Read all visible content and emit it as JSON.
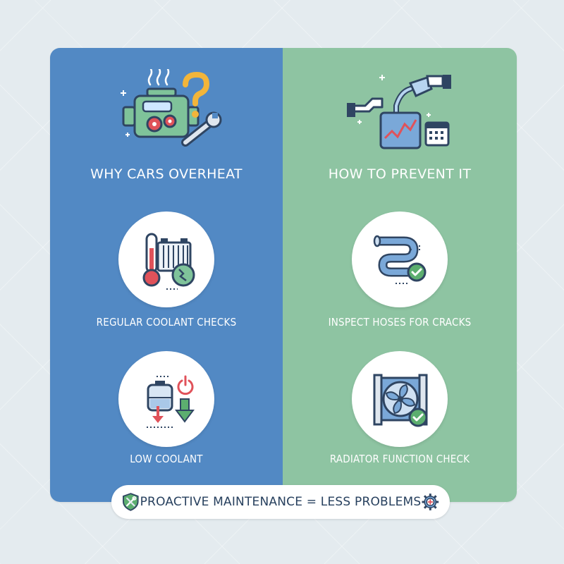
{
  "colors": {
    "left_panel": "#5289c4",
    "right_panel": "#8ec4a2",
    "outline": "#2f4562",
    "accent_red": "#e0525a",
    "accent_green": "#5cae6f",
    "accent_yellow": "#f2b53a"
  },
  "left_column": {
    "heading": "WHY CARS OVERHEAT",
    "items": [
      {
        "label": "REGULAR COOLANT CHECKS",
        "icon": "thermometer-radiator-icon"
      },
      {
        "label": "LOW COOLANT",
        "icon": "coolant-reservoir-icon"
      }
    ],
    "hero_icon": "engine-question-wrench-icon"
  },
  "right_column": {
    "heading": "HOW TO PREVENT IT",
    "items": [
      {
        "label": "INSPECT HOSES FOR CRACKS",
        "icon": "hose-check-icon"
      },
      {
        "label": "RADIATOR FUNCTION CHECK",
        "icon": "radiator-fan-check-icon"
      }
    ],
    "hero_icon": "coolant-pour-calendar-icon"
  },
  "banner": {
    "text": "PROACTIVE MAINTENANCE = LESS PROBLEMS",
    "left_icon": "shield-tools-icon",
    "right_icon": "gear-plus-icon"
  }
}
